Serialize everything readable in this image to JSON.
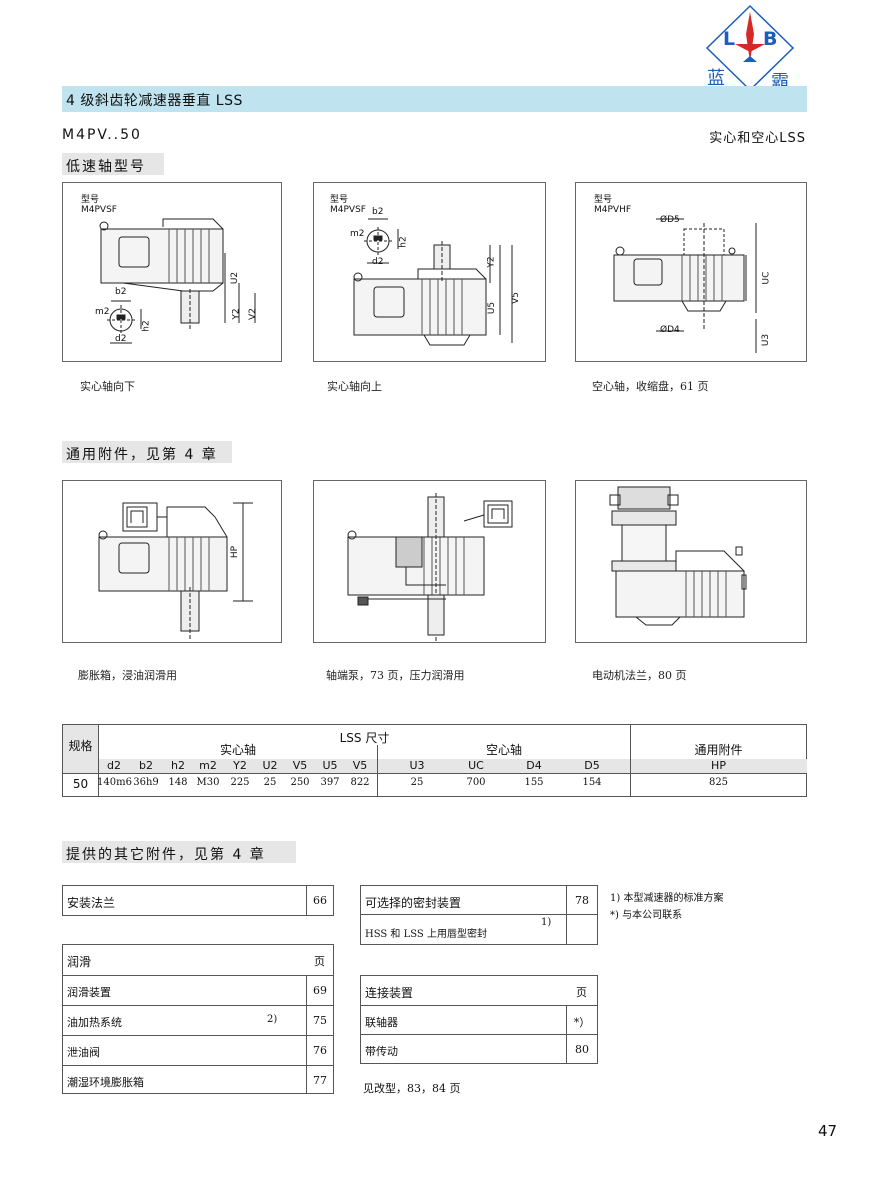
{
  "logo": {
    "letters_left": "L",
    "letters_right": "B",
    "chinese_1": "蓝",
    "chinese_2": "霸"
  },
  "title": "4 级斜齿轮减速器垂直 LSS",
  "model_code": "M4PV..50",
  "model_desc": "实心和空心LSS",
  "sections": {
    "low_speed": "低速轴型号",
    "accessories": "通用附件，见第 4 章",
    "other_accessories": "提供的其它附件，见第 4 章"
  },
  "low_speed_panels": [
    {
      "type_label": "型号",
      "model": "M4PVSF",
      "caption": "实心轴向下",
      "dims": [
        "b2",
        "m2",
        "h2",
        "d2",
        "U2",
        "Y2",
        "V2"
      ]
    },
    {
      "type_label": "型号",
      "model": "M4PVSF",
      "caption": "实心轴向上",
      "dims": [
        "b2",
        "m2",
        "h2",
        "d2",
        "Y2",
        "U5",
        "V5"
      ]
    },
    {
      "type_label": "型号",
      "model": "M4PVHF",
      "caption": "空心轴，收缩盘，61 页",
      "dims": [
        "ØD5",
        "ØD4",
        "UC",
        "U3"
      ]
    }
  ],
  "accessory_panels": [
    {
      "caption": "膨胀箱，浸油润滑用",
      "dim": "HP"
    },
    {
      "caption": "轴端泵，73 页，压力润滑用"
    },
    {
      "caption": "电动机法兰，80 页"
    }
  ],
  "dim_table": {
    "title": "LSS 尺寸",
    "size_label": "规格",
    "solid_label": "实心轴",
    "hollow_label": "空心轴",
    "common_label": "通用附件",
    "solid_cols": [
      "d2",
      "b2",
      "h2",
      "m2",
      "Y2",
      "U2",
      "V5",
      "U5",
      "V5"
    ],
    "hollow_cols": [
      "U3",
      "UC",
      "D4",
      "D5"
    ],
    "common_cols": [
      "HP"
    ],
    "row": {
      "size": "50",
      "solid": [
        "140m6",
        "36h9",
        "148",
        "M30",
        "225",
        "25",
        "250",
        "397",
        "822"
      ],
      "hollow": [
        "25",
        "700",
        "155",
        "154"
      ],
      "common": [
        "825"
      ]
    }
  },
  "table_mount": {
    "name": "安装法兰",
    "page": "66"
  },
  "table_seal": {
    "header": {
      "name": "可选择的密封装置",
      "page": "78"
    },
    "row": {
      "name": "HSS 和 LSS 上用唇型密封",
      "note": "1)",
      "page": ""
    }
  },
  "table_lube": {
    "header": {
      "name": "润滑",
      "page": "页"
    },
    "rows": [
      {
        "name": "润滑装置",
        "note": "",
        "page": "69"
      },
      {
        "name": "油加热系统",
        "note": "2)",
        "page": "75"
      },
      {
        "name": "泄油阀",
        "note": "",
        "page": "76"
      },
      {
        "name": "潮湿环境膨胀箱",
        "note": "",
        "page": "77"
      }
    ]
  },
  "table_conn": {
    "header": {
      "name": "连接装置",
      "page": "页"
    },
    "rows": [
      {
        "name": "联轴器",
        "page": "*）"
      },
      {
        "name": "带传动",
        "page": "80"
      }
    ]
  },
  "see_also": "见改型，83，84 页",
  "footnotes": [
    "1) 本型减速器的标准方案",
    "*) 与本公司联系"
  ],
  "page_number": "47",
  "colors": {
    "title_bar": "#bfe3ef",
    "section_bg": "#e6e6e6",
    "logo_blue": "#1b5fb8",
    "logo_red": "#d62828"
  }
}
